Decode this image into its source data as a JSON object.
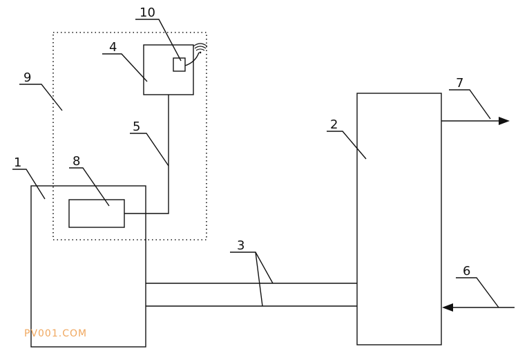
{
  "colors": {
    "line": "#111111",
    "watermark": "#f0a860"
  },
  "labels": {
    "n1": "1",
    "n2": "2",
    "n3": "3",
    "n4": "4",
    "n5": "5",
    "n6": "6",
    "n7": "7",
    "n8": "8",
    "n9": "9",
    "n10": "10"
  },
  "watermark": "PV001.COM",
  "icons": {
    "wireless": "wifi-signal-icon"
  }
}
